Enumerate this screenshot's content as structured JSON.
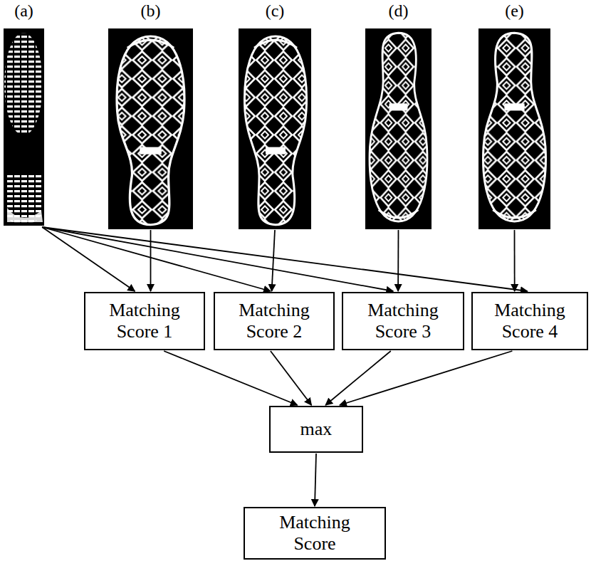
{
  "diagram": {
    "nodes": [
      {
        "text": [
          "(a)"
        ]
      },
      {
        "text": [
          "(b)"
        ]
      },
      {
        "text": [
          "(c)"
        ]
      },
      {
        "text": [
          "(d)"
        ]
      },
      {
        "text": [
          "(e)"
        ]
      },
      {
        "text": [
          "Matching Score 1"
        ]
      },
      {
        "text": [
          "Matching Score 2"
        ]
      },
      {
        "text": [
          "Matching Score 3"
        ]
      },
      {
        "text": [
          "Matching Score 4"
        ]
      },
      {
        "text": [
          "max"
        ]
      },
      {
        "text": [
          "Matching Score"
        ]
      }
    ],
    "edges": [
      {
        "from": 0,
        "to": 5,
        "arrow": "to"
      },
      {
        "from": 0,
        "to": 6,
        "arrow": "to"
      },
      {
        "from": 0,
        "to": 7,
        "arrow": "to"
      },
      {
        "from": 0,
        "to": 8,
        "arrow": "to"
      },
      {
        "from": 1,
        "to": 5,
        "arrow": "to"
      },
      {
        "from": 2,
        "to": 6,
        "arrow": "to"
      },
      {
        "from": 3,
        "to": 7,
        "arrow": "to"
      },
      {
        "from": 4,
        "to": 8,
        "arrow": "to"
      },
      {
        "from": 5,
        "to": 9,
        "arrow": "to"
      },
      {
        "from": 6,
        "to": 9,
        "arrow": "to"
      },
      {
        "from": 7,
        "to": 9,
        "arrow": "to"
      },
      {
        "from": 8,
        "to": 9,
        "arrow": "to"
      },
      {
        "from": 9,
        "to": 10,
        "arrow": "to"
      }
    ]
  }
}
